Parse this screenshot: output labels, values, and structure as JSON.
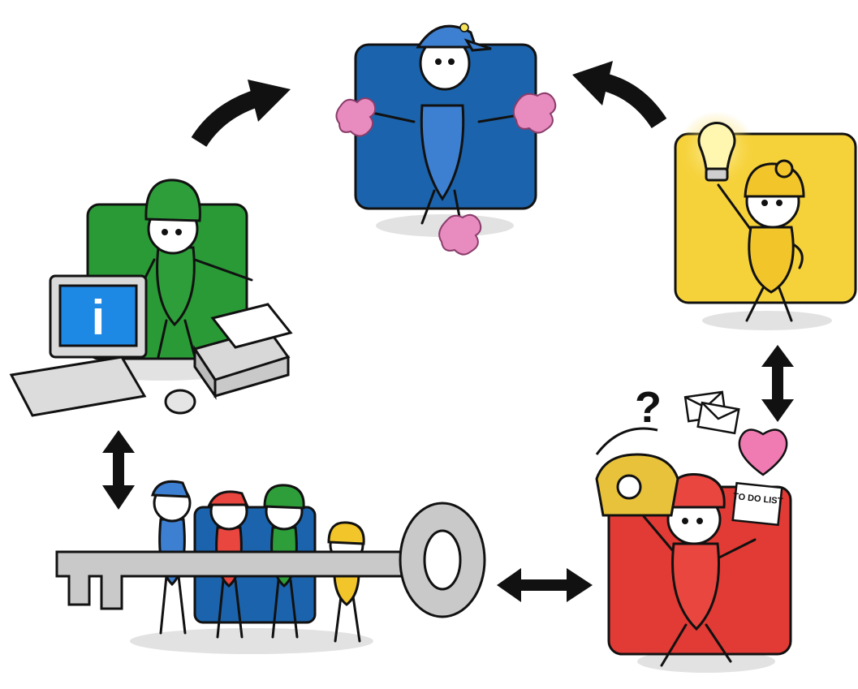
{
  "diagram": {
    "nodes": [
      {
        "id": "blue-panel",
        "figure": "figure-with-blue-cap-holding-puzzle-pieces",
        "color": "#1b64ad",
        "cap_color": "#3d7fd0",
        "props": [
          "puzzle-piece-icon",
          "puzzle-piece-icon",
          "puzzle-piece-icon"
        ]
      },
      {
        "id": "yellow-panel",
        "figure": "figure-with-yellow-beanie-holding-light-bulb",
        "color": "#f6d23a",
        "cap_color": "#f2c62a",
        "props": [
          "light-bulb-icon"
        ]
      },
      {
        "id": "red-panel",
        "figure": "figure-with-red-cap-juggling-items",
        "color": "#e23a34",
        "cap_color": "#e8463f",
        "props": [
          "telephone-icon",
          "question-mark-icon",
          "envelopes-icon",
          "heart-icon",
          "todo-list-icon"
        ],
        "todo_label": "TO DO LIST"
      },
      {
        "id": "group-key",
        "figure": "four-figures-carrying-giant-key",
        "colors": [
          "#3d7fd0",
          "#e8463f",
          "#2e9e3a",
          "#f2c62a"
        ],
        "props": [
          "key-icon"
        ]
      },
      {
        "id": "green-panel",
        "figure": "figure-with-green-beanie-at-computer",
        "color": "#2a9a36",
        "cap_color": "#2e9e3a",
        "props": [
          "computer-monitor-icon",
          "keyboard-icon",
          "mouse-icon",
          "printer-icon"
        ],
        "monitor_glyph": "i"
      }
    ],
    "arrows": [
      {
        "id": "arrow-green-to-blue",
        "type": "curved"
      },
      {
        "id": "arrow-yellow-to-blue",
        "type": "curved"
      },
      {
        "id": "arrow-yellow-red",
        "type": "double-vertical"
      },
      {
        "id": "arrow-red-key",
        "type": "double-horizontal"
      },
      {
        "id": "arrow-key-green",
        "type": "double-vertical"
      }
    ]
  }
}
